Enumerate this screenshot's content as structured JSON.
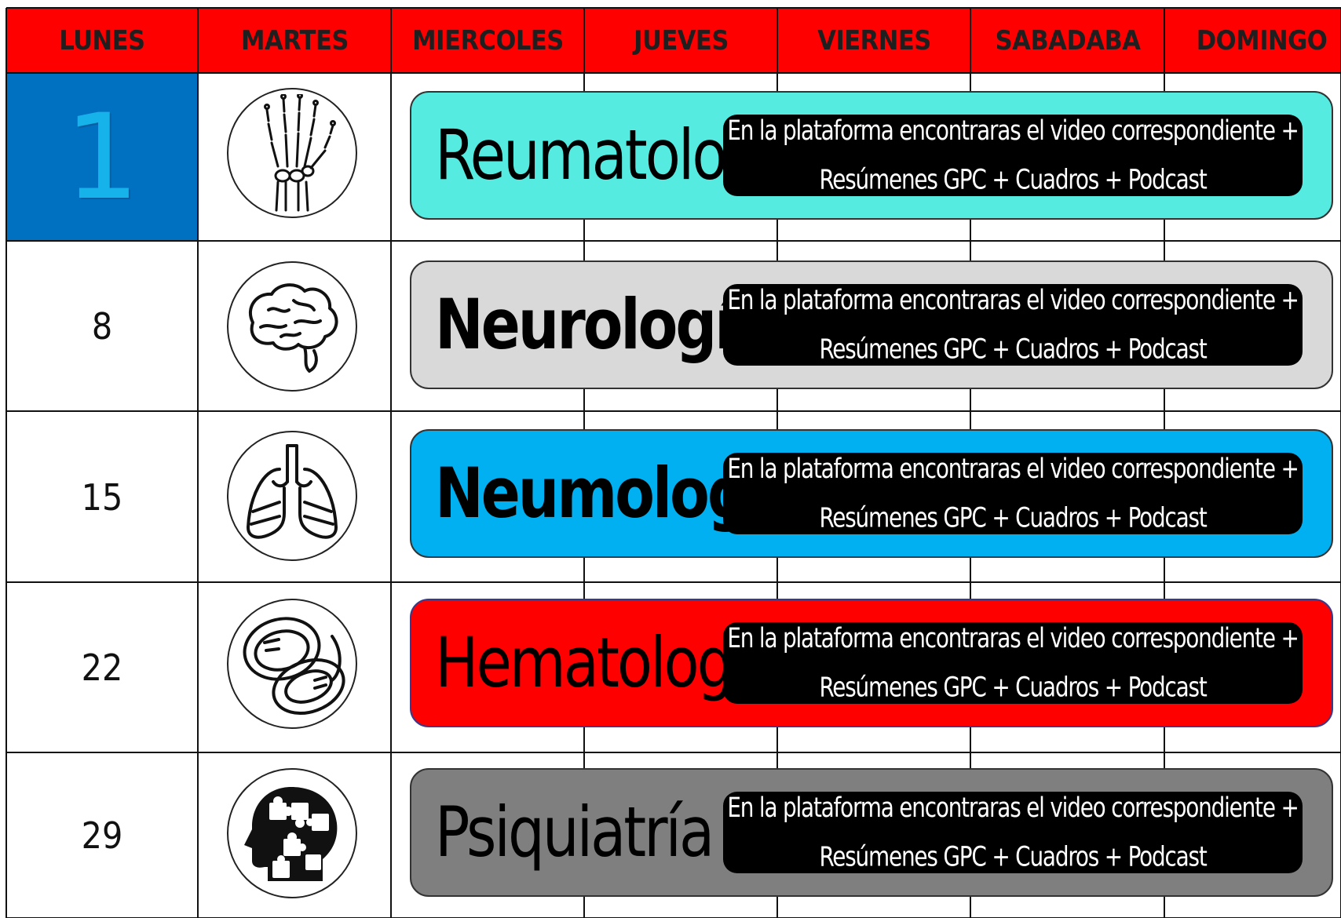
{
  "header": {
    "days": [
      "LUNES",
      "MARTES",
      "MIERCOLES",
      "JUEVES",
      "VIERNES",
      "SABADABA",
      "DOMINGO"
    ]
  },
  "colors": {
    "header_bg": "#ff0000",
    "first_day_bg": "#0070c0",
    "first_day_number": "#16b2ea",
    "info_box_bg": "#000000",
    "info_box_text": "#ffffff"
  },
  "weeks": [
    {
      "day": "1",
      "icon": "hand-bones-icon",
      "subject": "Reumatología",
      "color": "#55ebe0",
      "info": "En la plataforma encontraras el video correspondiente +\nResúmenes GPC + Cuadros + Podcast"
    },
    {
      "day": "8",
      "icon": "brain-icon",
      "subject": "Neurología",
      "color": "#d9d9d9",
      "info": "En la plataforma encontraras el video correspondiente +\nResúmenes GPC + Cuadros + Podcast"
    },
    {
      "day": "15",
      "icon": "lungs-icon",
      "subject": "Neumología",
      "color": "#00b0f0",
      "info": "En la plataforma encontraras el video correspondiente +\nResúmenes GPC + Cuadros + Podcast"
    },
    {
      "day": "22",
      "icon": "blood-cells-icon",
      "subject": "Hematología",
      "color": "#ff0000",
      "info": "En la plataforma encontraras el video correspondiente +\nResúmenes GPC + Cuadros + Podcast"
    },
    {
      "day": "29",
      "icon": "puzzle-head-icon",
      "subject": "Psiquiatría",
      "color": "#7f7f7f",
      "info": "En la plataforma encontraras el video correspondiente +\nResúmenes GPC + Cuadros + Podcast"
    }
  ]
}
